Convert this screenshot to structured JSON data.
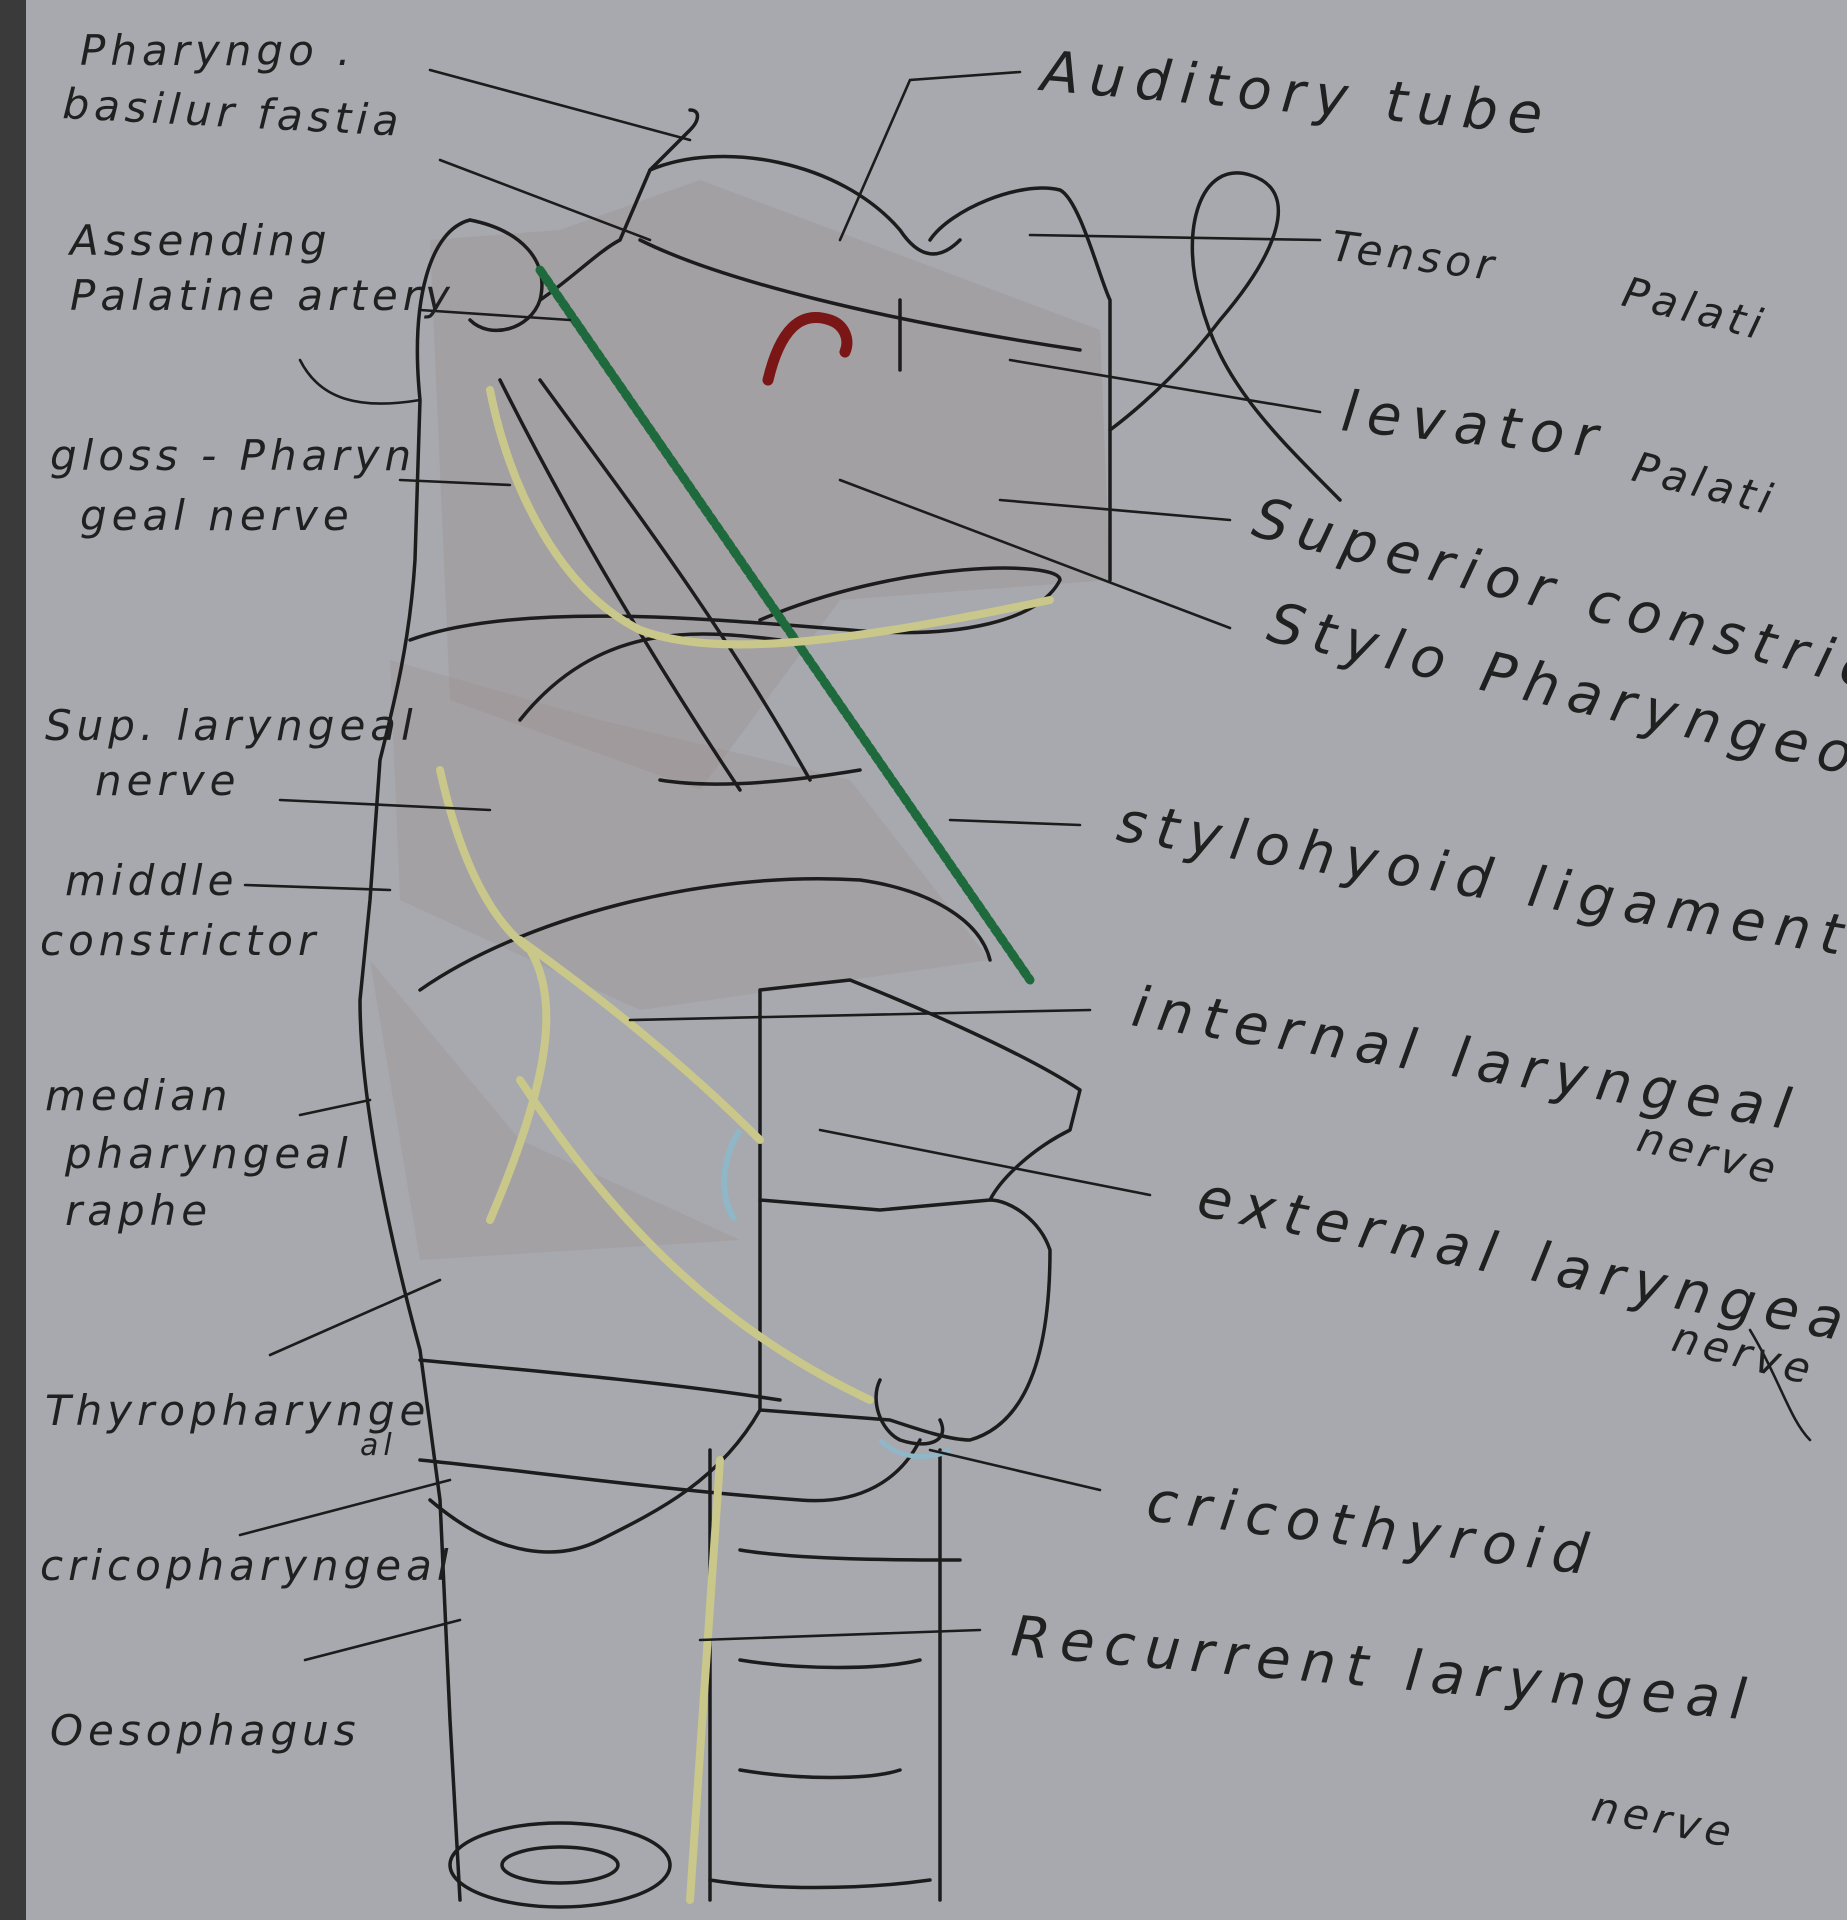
{
  "labels": {
    "pharyngobasilar_1": "Pharyngo .",
    "pharyngobasilar_2": "basilur fastia",
    "ascending_palatine_1": "Assending",
    "ascending_palatine_2": "Palatine artery",
    "glossopharyngeal_1": "gloss - Pharyn",
    "glossopharyngeal_2": "geal nerve",
    "sup_laryngeal_1": "Sup. laryngeal",
    "sup_laryngeal_2": "nerve",
    "middle_constrictor_1": "middle",
    "middle_constrictor_2": "constrictor",
    "median_raphe_1": "median",
    "median_raphe_2": "pharyngeal",
    "median_raphe_3": "raphe",
    "thyropharyngeal_1": "Thyropharynge",
    "thyropharyngeal_2": "al",
    "cricopharyngeal": "cricopharyngeal",
    "oesophagus": "Oesophagus",
    "auditory_tube": "Auditory tube",
    "tensor_palati_1": "Tensor",
    "tensor_palati_2": "Palati",
    "levator_palati_1": "levator",
    "levator_palati_2": "Palati",
    "superior_constrictor": "Superior constrictor",
    "stylopharyngeous": "Stylo Pharyngeous",
    "stylohyoid_ligament": "stylohyoid ligament",
    "internal_laryngeal_1": "internal laryngeal",
    "internal_laryngeal_2": "nerve",
    "external_laryngeal_1": "external laryngeal",
    "external_laryngeal_2": "nerve",
    "cricothyroid": "cricothyroid",
    "recurrent_laryngeal_1": "Recurrent laryngeal",
    "recurrent_laryngeal_2": "nerve"
  },
  "colors": {
    "paper": "#a7a9ae",
    "ink": "#1c1c1c",
    "ligament": "#1f6a3c",
    "nerve": "#c9c88a",
    "artery": "#7a1616",
    "muscle_shading": "#8e6e6e",
    "cartilage": "#8fb7c8"
  }
}
